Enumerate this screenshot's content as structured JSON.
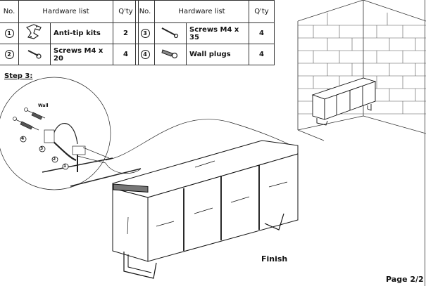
{
  "hardware_tables": [
    {
      "headers": {
        "no": "No.",
        "list": "Hardware list",
        "qty": "Q'ty"
      },
      "rows": [
        {
          "no": "1",
          "icon": "anti-tip-bracket-icon",
          "name": "Anti-tip kits",
          "qty": "2"
        },
        {
          "no": "2",
          "icon": "short-screw-icon",
          "name": "Screws M4 x 20",
          "qty": "4"
        }
      ]
    },
    {
      "headers": {
        "no": "No.",
        "list": "Hardware list",
        "qty": "Q'ty"
      },
      "rows": [
        {
          "no": "3",
          "icon": "long-screw-icon",
          "name": "Screws M4 x 35",
          "qty": "4"
        },
        {
          "no": "4",
          "icon": "wall-plug-icon",
          "name": "Wall plugs",
          "qty": "4"
        }
      ]
    }
  ],
  "step_label": "Step 3:",
  "detail": {
    "wall_label": "Wall",
    "callouts": [
      "4",
      "3",
      "2",
      "1"
    ]
  },
  "finish_label": "Finish",
  "page_label": "Page 2/2"
}
